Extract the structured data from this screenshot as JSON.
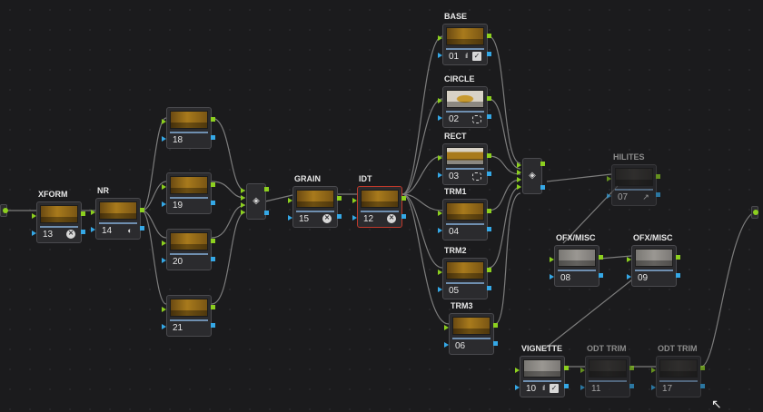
{
  "nodes": [
    {
      "id": "n13",
      "num": "13",
      "label": "XFORM",
      "icon": "x-circle-icon",
      "thumb": "warm"
    },
    {
      "id": "n14",
      "num": "14",
      "label": "NR",
      "icon": "noise-reduction-icon",
      "thumb": "warm"
    },
    {
      "id": "n18",
      "num": "18",
      "label": "",
      "icon": "",
      "thumb": "warm"
    },
    {
      "id": "n19",
      "num": "19",
      "label": "",
      "icon": "",
      "thumb": "warm"
    },
    {
      "id": "n20",
      "num": "20",
      "label": "",
      "icon": "",
      "thumb": "warm"
    },
    {
      "id": "n21",
      "num": "21",
      "label": "",
      "icon": "",
      "thumb": "warm"
    },
    {
      "id": "n15",
      "num": "15",
      "label": "GRAIN",
      "icon": "x-circle-icon",
      "thumb": "warm"
    },
    {
      "id": "n12",
      "num": "12",
      "label": "IDT",
      "icon": "x-circle-icon",
      "thumb": "warm",
      "selected": true
    },
    {
      "id": "n01",
      "num": "01",
      "label": "BASE",
      "icon": "bars-check-icon",
      "thumb": "warm"
    },
    {
      "id": "n02",
      "num": "02",
      "label": "CIRCLE",
      "icon": "window-icon",
      "thumb": "circle"
    },
    {
      "id": "n03",
      "num": "03",
      "label": "RECT",
      "icon": "window-icon",
      "thumb": "rect"
    },
    {
      "id": "n04",
      "num": "04",
      "label": "TRM1",
      "icon": "",
      "thumb": "warm"
    },
    {
      "id": "n05",
      "num": "05",
      "label": "TRM2",
      "icon": "",
      "thumb": "warm"
    },
    {
      "id": "n06",
      "num": "06",
      "label": "TRM3",
      "icon": "",
      "thumb": "warm"
    },
    {
      "id": "n07",
      "num": "07",
      "label": "HILITES",
      "icon": "pencil-icon",
      "thumb": "dark",
      "disabled": true
    },
    {
      "id": "n08",
      "num": "08",
      "label": "OFX/MISC",
      "icon": "",
      "thumb": "grey"
    },
    {
      "id": "n09",
      "num": "09",
      "label": "OFX/MISC",
      "icon": "",
      "thumb": "grey"
    },
    {
      "id": "n10",
      "num": "10",
      "label": "VIGNETTE",
      "icon": "bars-check-icon",
      "thumb": "grey"
    },
    {
      "id": "n11",
      "num": "11",
      "label": "ODT TRIM",
      "icon": "",
      "thumb": "dark",
      "disabled": true
    },
    {
      "id": "n17",
      "num": "17",
      "label": "ODT TRIM",
      "icon": "",
      "thumb": "dark",
      "disabled": true
    }
  ],
  "mixers": [
    {
      "id": "m1",
      "icon": "layer-mixer-icon"
    },
    {
      "id": "m2",
      "icon": "layer-mixer-icon"
    }
  ],
  "io": {
    "input_icon": "source-input-icon",
    "output_icon": "output-icon"
  },
  "colors": {
    "background": "#1b1b1d",
    "rgb_pin": "#8ccf1f",
    "key_pin": "#35a8e6",
    "link": "#7c7c7c",
    "selected": "#c0392b"
  }
}
